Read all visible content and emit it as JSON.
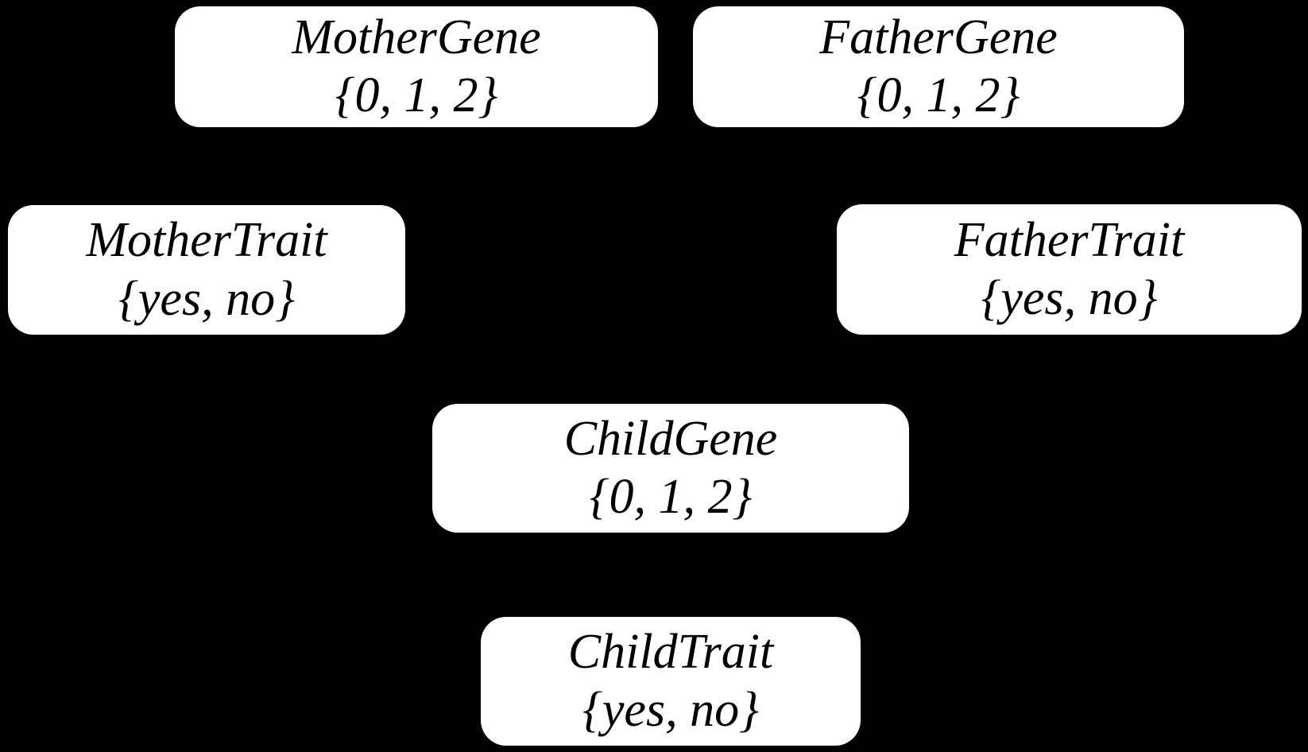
{
  "canvas": {
    "background": "#000000",
    "node_fill": "#ffffff",
    "node_text_color": "#000000"
  },
  "nodes": [
    {
      "id": "mother-gene",
      "label": "MotherGene",
      "domain": "{0, 1, 2}"
    },
    {
      "id": "father-gene",
      "label": "FatherGene",
      "domain": "{0, 1, 2}"
    },
    {
      "id": "mother-trait",
      "label": "MotherTrait",
      "domain": "{yes, no}"
    },
    {
      "id": "father-trait",
      "label": "FatherTrait",
      "domain": "{yes, no}"
    },
    {
      "id": "child-gene",
      "label": "ChildGene",
      "domain": "{0, 1, 2}"
    },
    {
      "id": "child-trait",
      "label": "ChildTrait",
      "domain": "{yes, no}"
    }
  ]
}
